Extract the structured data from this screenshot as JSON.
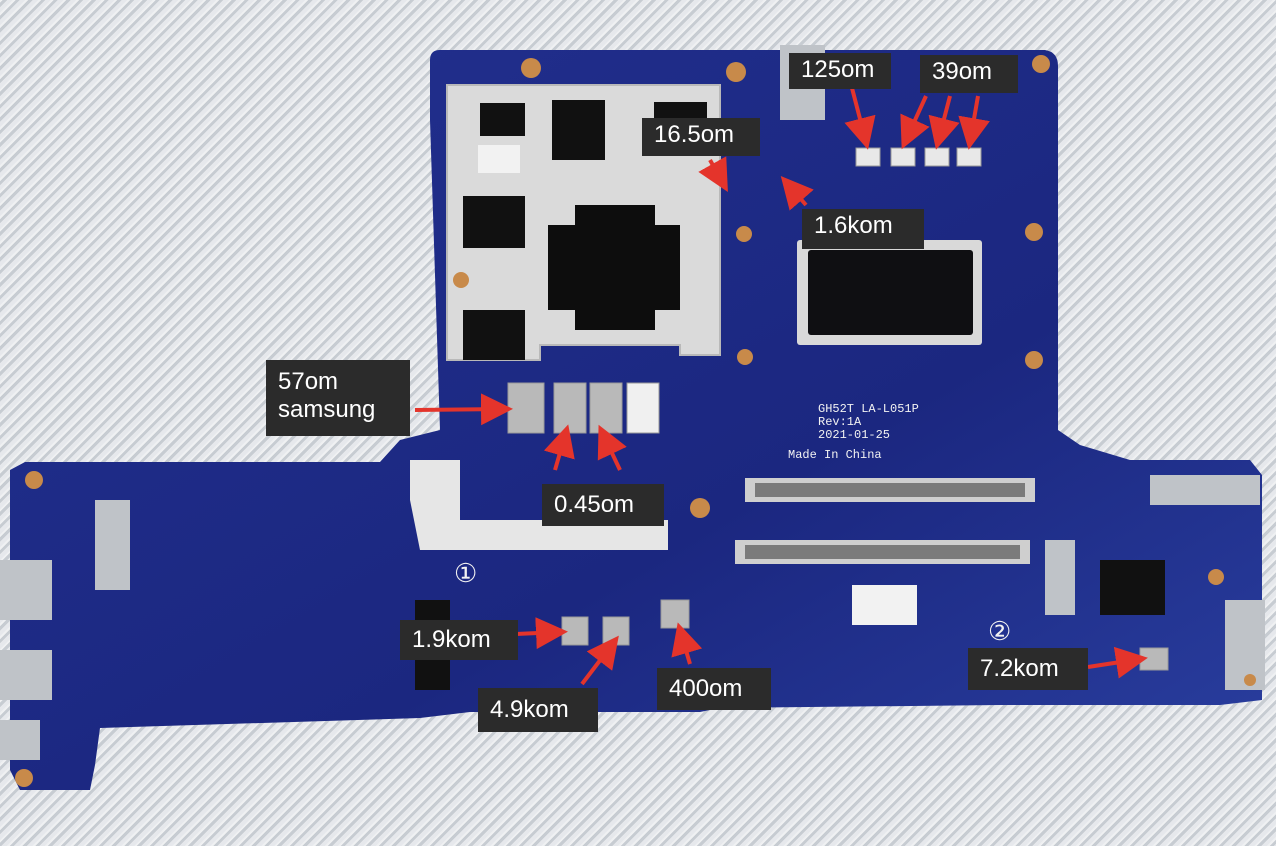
{
  "board": {
    "silk_model": "GH52T LA-L051P",
    "silk_rev": "Rev:1A",
    "silk_date": "2021-01-25",
    "silk_origin": "Made In China",
    "marker_1": "①",
    "marker_2": "②",
    "colors": {
      "pcb": "#1d2a86",
      "pcb_dark": "#14206a",
      "shield": "#d9d9d9",
      "annotation_bg": "#2b2b2b",
      "annotation_text": "#ffffff",
      "arrow": "#e4342b"
    }
  },
  "annotations": {
    "r125": "125om",
    "r39": "39om",
    "r16_5": "16.5om",
    "r1_6k": "1.6kom",
    "r57_line1": "57om",
    "r57_line2": "samsung",
    "r0_45": "0.45om",
    "r1_9k": "1.9kom",
    "r4_9k": "4.9kom",
    "r400": "400om",
    "r7_2k": "7.2kom"
  }
}
